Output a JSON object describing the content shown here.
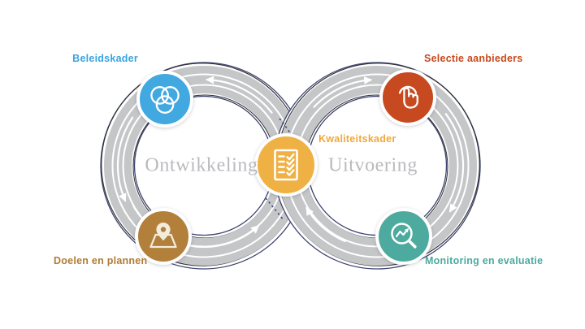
{
  "diagram": {
    "background": "#ffffff",
    "road_color": "#c5c6c8",
    "lane_stripe_color": "#ffffff",
    "outline_color": "#3d4470",
    "loops": {
      "left": {
        "label": "Ontwikkeling",
        "direction": "counter-clockwise",
        "text_color": "#b9babd"
      },
      "right": {
        "label": "Uitvoering",
        "direction": "clockwise",
        "text_color": "#b9babd"
      }
    },
    "nodes": {
      "beleidskader": {
        "label": "Beleidskader",
        "color": "#41a8e0",
        "icon": "overlapping-rings-icon",
        "position": "top-left"
      },
      "doelen_en_plannen": {
        "label": "Doelen en plannen",
        "color": "#b2803a",
        "icon": "map-pin-icon",
        "position": "bottom-left"
      },
      "kwaliteitskader": {
        "label": "Kwaliteitskader",
        "color": "#f0b144",
        "icon": "checklist-icon",
        "position": "center"
      },
      "selectie_aanbieders": {
        "label": "Selectie aanbieders",
        "color": "#c6491f",
        "icon": "tap-finger-icon",
        "position": "top-right"
      },
      "monitoring_en_evaluatie": {
        "label": "Monitoring en evaluatie",
        "color": "#4caa9e",
        "icon": "magnifier-trend-icon",
        "position": "bottom-right"
      }
    }
  }
}
